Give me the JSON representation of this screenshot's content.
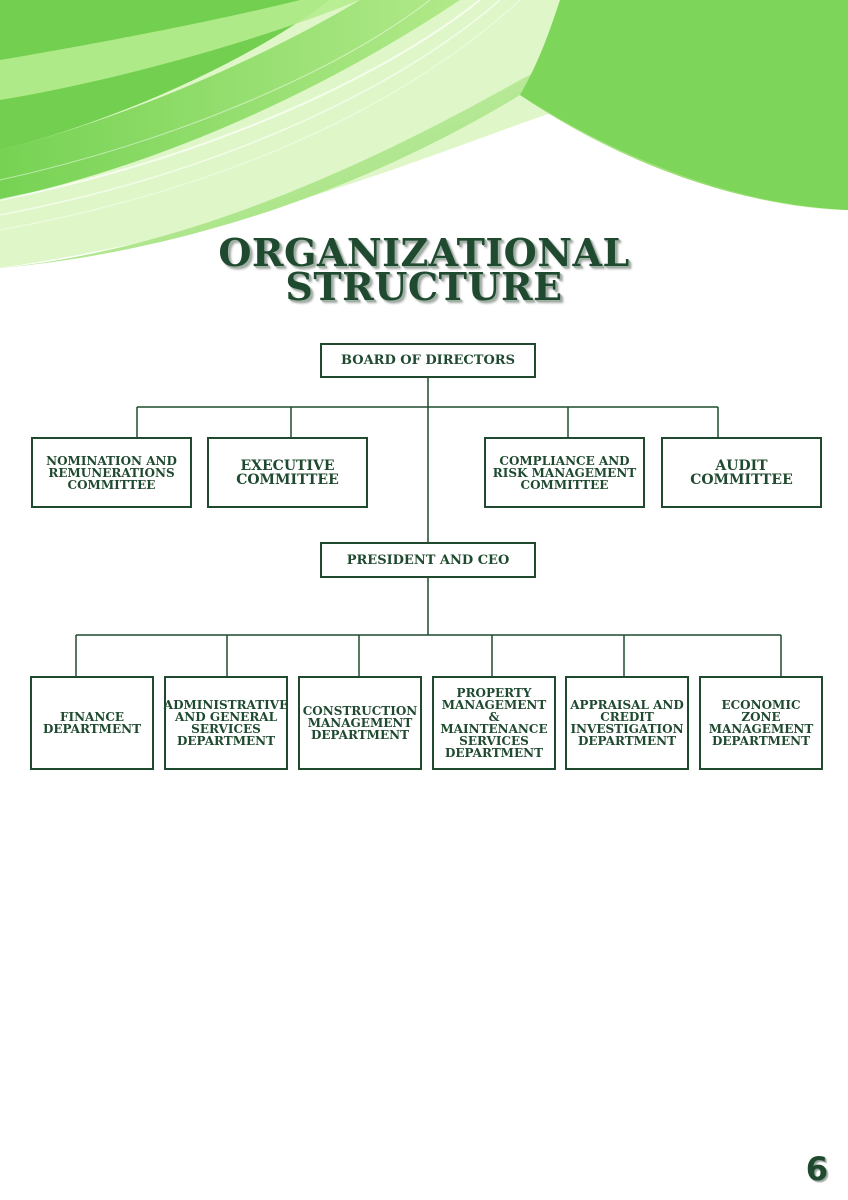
{
  "page": {
    "title_line1": "ORGANIZATIONAL",
    "title_line2": "STRUCTURE",
    "page_number": "6"
  },
  "chart": {
    "board": "BOARD OF DIRECTORS",
    "committees": [
      "NOMINATION AND REMUNERATIONS COMMITTEE",
      "EXECUTIVE COMMITTEE",
      "COMPLIANCE AND RISK MANAGEMENT COMMITTEE",
      "AUDIT COMMITTEE"
    ],
    "ceo": "PRESIDENT AND CEO",
    "departments": [
      "FINANCE DEPARTMENT",
      "ADMINISTRATIVE AND GENERAL SERVICES DEPARTMENT",
      "CONSTRUCTION MANAGEMENT DEPARTMENT",
      "PROPERTY MANAGEMENT & MAINTENANCE SERVICES DEPARTMENT",
      "APPRAISAL AND CREDIT INVESTIGATION DEPARTMENT",
      "ECONOMIC ZONE MANAGEMENT DEPARTMENT"
    ]
  },
  "colors": {
    "accent": "#1f4a2f",
    "wave_light": "#c9f2a8",
    "wave_mid": "#8fdc5a",
    "wave_dark": "#4cbf2a"
  }
}
